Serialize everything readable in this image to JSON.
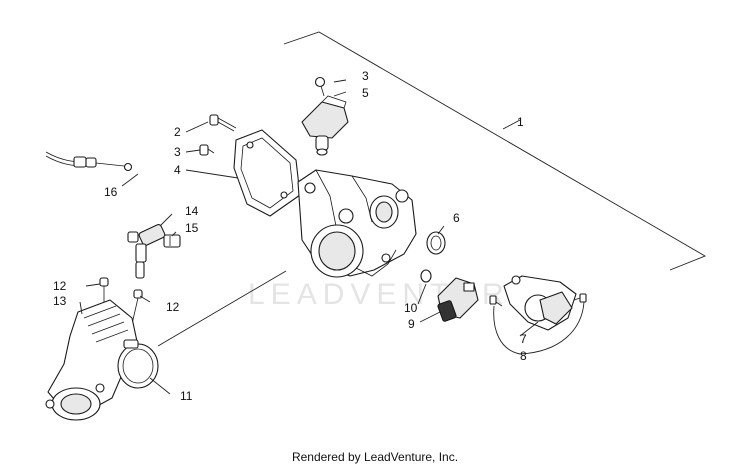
{
  "callouts": [
    "1",
    "2",
    "3",
    "3",
    "4",
    "5",
    "6",
    "7",
    "8",
    "9",
    "10",
    "11",
    "12",
    "12",
    "13",
    "14",
    "15",
    "16"
  ],
  "watermark": "LEADVENTURE",
  "footer": "Rendered by LeadVenture, Inc."
}
